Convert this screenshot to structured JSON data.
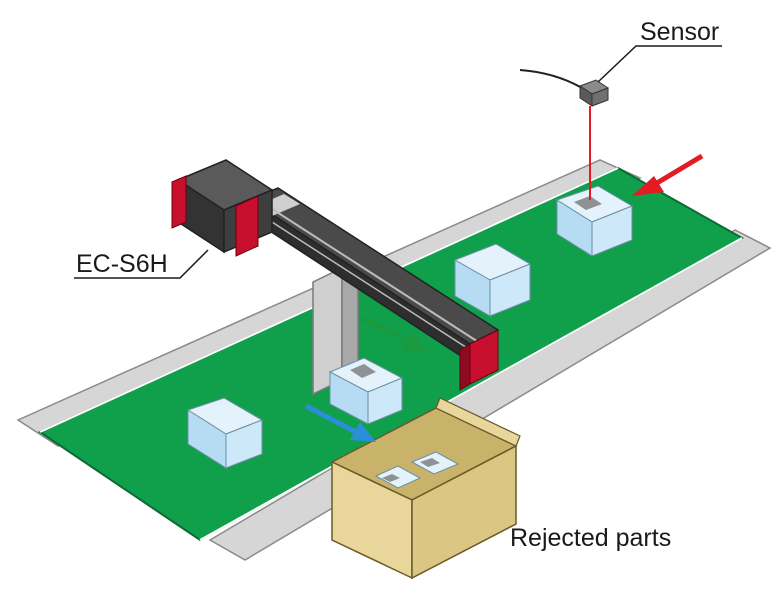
{
  "labels": {
    "sensor": "Sensor",
    "actuator": "EC-S6H",
    "rejected": "Rejected parts"
  },
  "colors": {
    "belt": "#0f9a4a",
    "belt_edge": "#0a6b33",
    "rail": "#d4d4d4",
    "rail_dark": "#9e9e9e",
    "box_face": "#cfe7f7",
    "box_side": "#a9d2ee",
    "cardboard": "#e8d69b",
    "cardboard_dark": "#c9b26a",
    "actuator_red": "#c8102e",
    "actuator_body": "#3a3a3a",
    "laser": "#e31b23",
    "arrow_red": "#e31b23",
    "arrow_green": "#1a9a3c",
    "arrow_blue": "#2a8fd6"
  }
}
